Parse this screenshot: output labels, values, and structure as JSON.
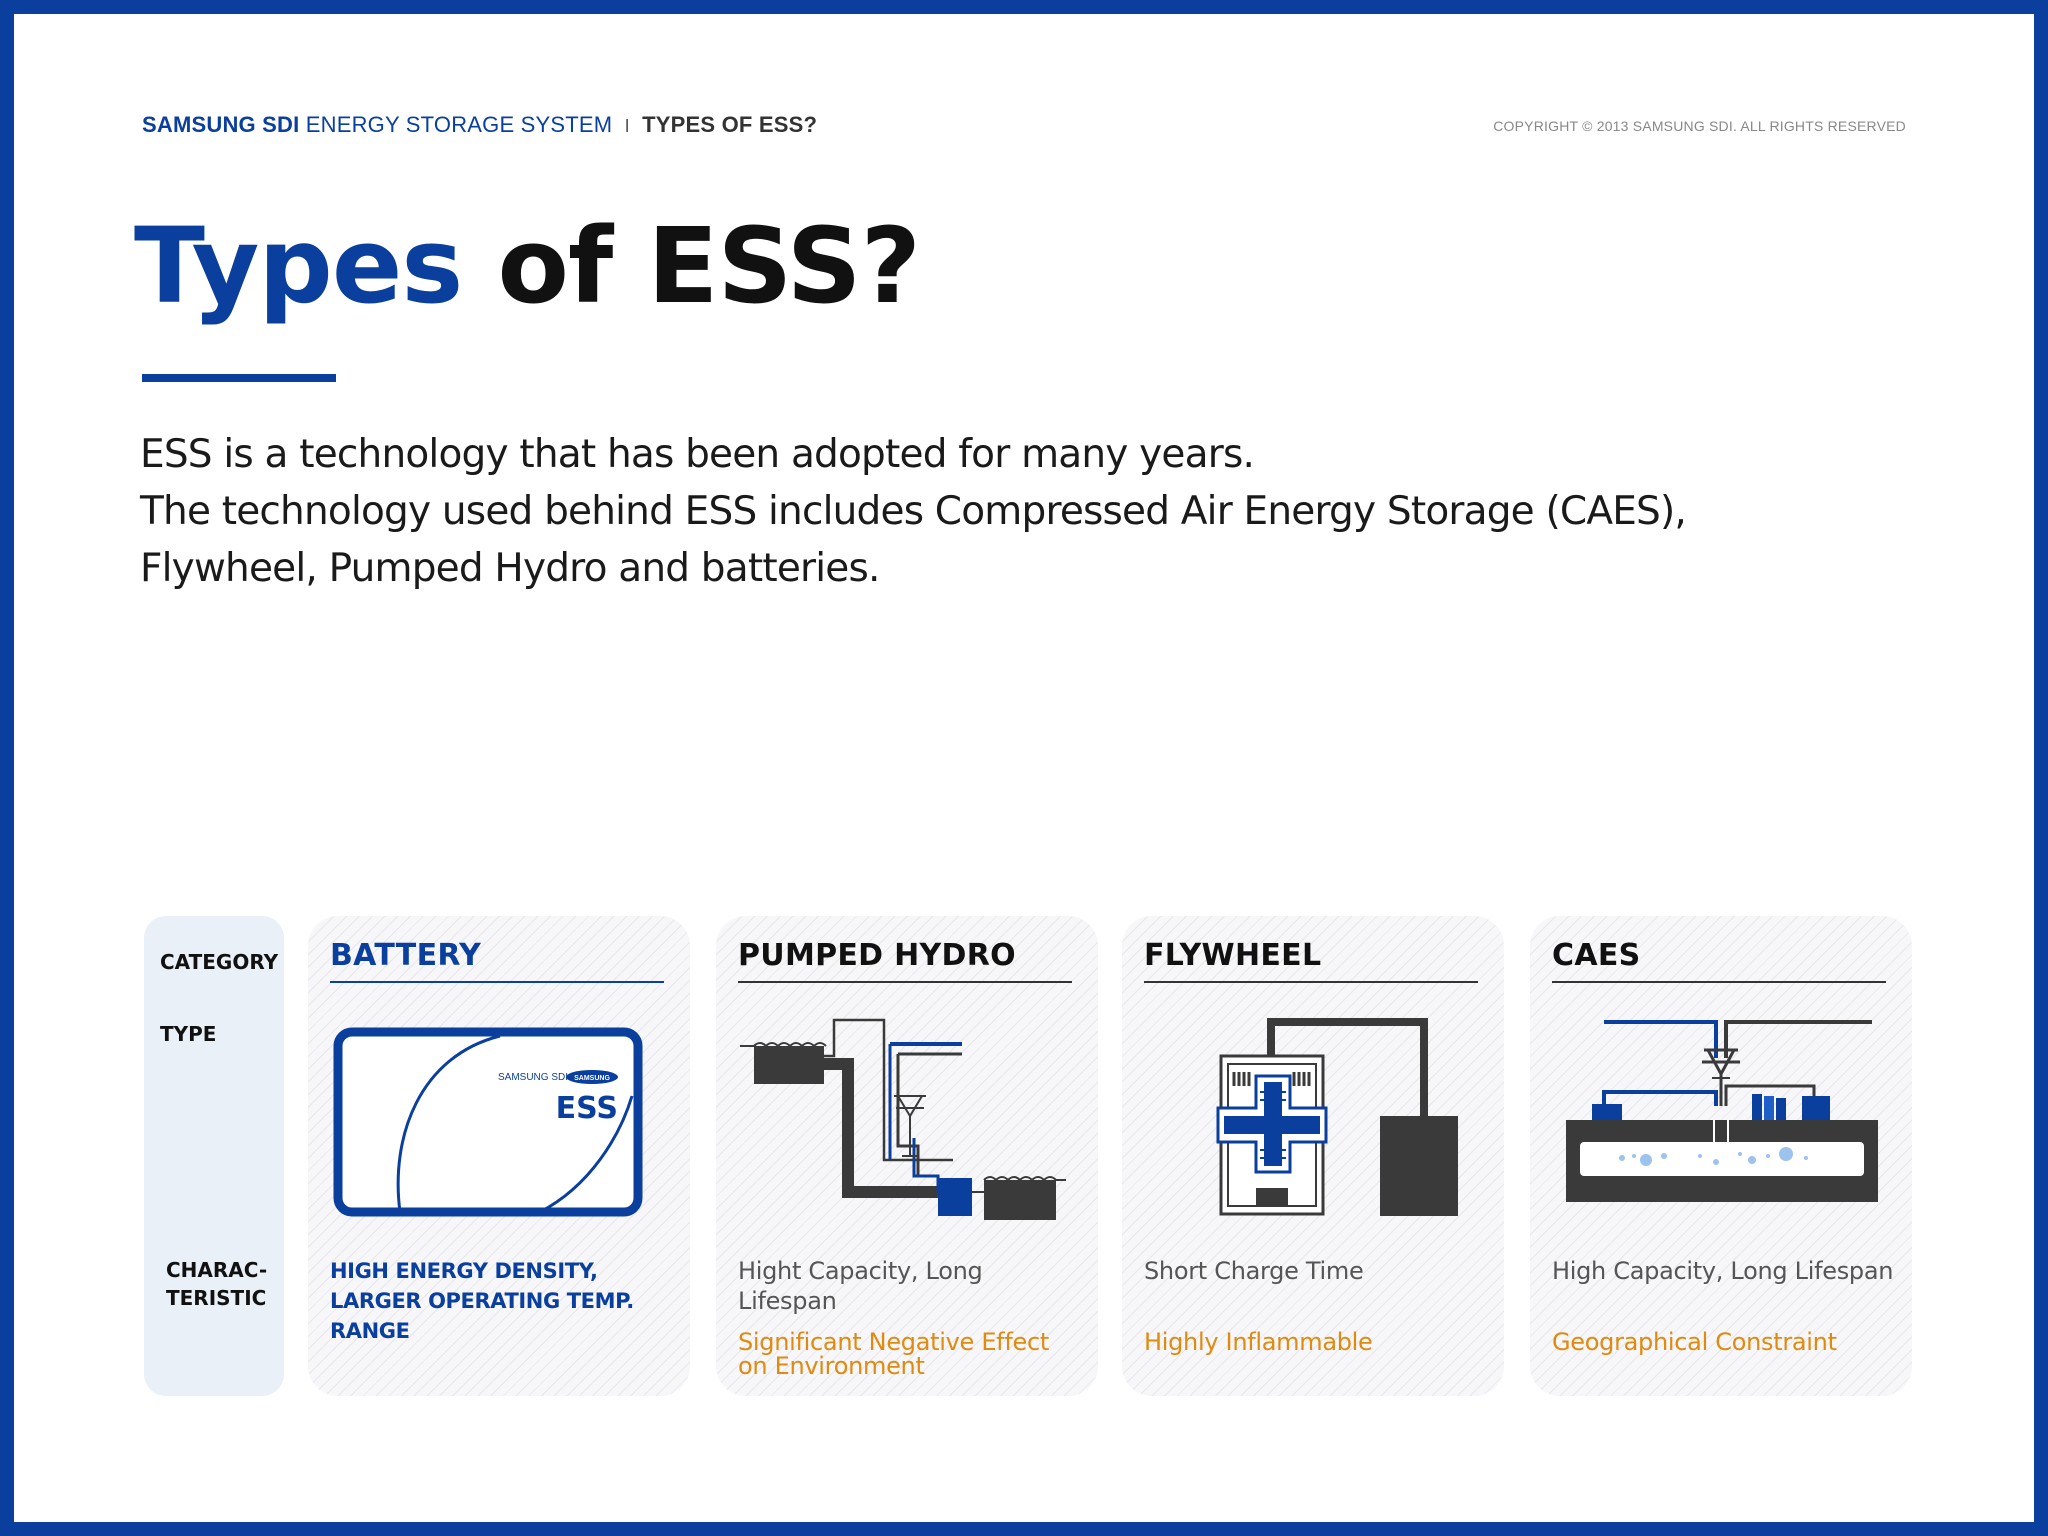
{
  "header": {
    "brand": "SAMSUNG SDI",
    "product": "ENERGY STORAGE SYSTEM",
    "separator": "I",
    "section": "TYPES OF ESS?",
    "copyright": "COPYRIGHT © 2013 SAMSUNG SDI. ALL RIGHTS RESERVED"
  },
  "title": {
    "highlight": "Types",
    "rest": "of ESS?"
  },
  "intro": [
    "ESS is a technology that has been adopted for many years.",
    "The technology used behind ESS includes Compressed Air Energy Storage (CAES),",
    "Flywheel, Pumped Hydro and batteries."
  ],
  "category_labels": {
    "category": "CATEGORY",
    "type": "TYPE",
    "characteristic_line1": "CHARAC-",
    "characteristic_line2": "TERISTIC"
  },
  "cards": [
    {
      "name": "BATTERY",
      "icon": "battery-ess-card-icon",
      "icon_text_small": "SAMSUNG SDI",
      "icon_text_logo": "SAMSUNG",
      "icon_text_big": "ESS",
      "char_line1": "HIGH ENERGY DENSITY,",
      "char_line2": "LARGER OPERATING TEMP. RANGE"
    },
    {
      "name": "PUMPED HYDRO",
      "icon": "pumped-hydro-icon",
      "char1": "Hight Capacity, Long Lifespan",
      "char2_line1": "Significant Negative Effect",
      "char2_line2": "on Environment"
    },
    {
      "name": "FLYWHEEL",
      "icon": "flywheel-icon",
      "char1": "Short Charge Time",
      "char2_line1": "Highly Inflammable"
    },
    {
      "name": "CAES",
      "icon": "caes-icon",
      "char1": "High Capacity, Long Lifespan",
      "char2_line1": "Geographical Constraint"
    }
  ],
  "colors": {
    "brand_blue": "#0a3f9e",
    "warning_orange": "#e08a10",
    "dark_gray": "#3a3a3a"
  }
}
